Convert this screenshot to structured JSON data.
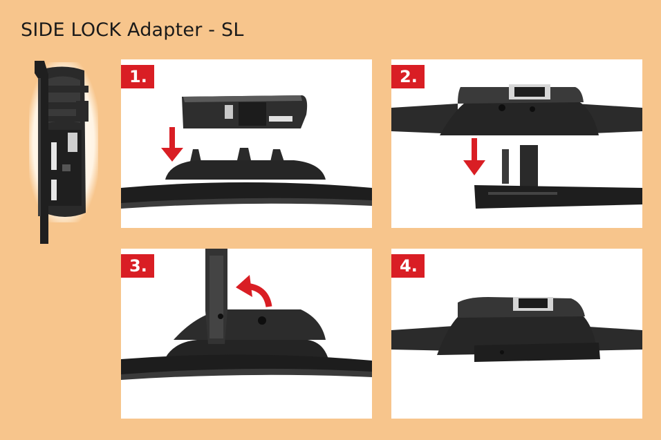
{
  "title": "SIDE LOCK Adapter - SL",
  "steps": [
    {
      "label": "1."
    },
    {
      "label": "2."
    },
    {
      "label": "3."
    },
    {
      "label": "4."
    }
  ],
  "colors": {
    "background": "#f7c58c",
    "badge": "#d91e24",
    "arrow": "#d91e24",
    "panel": "#ffffff",
    "part": "#2b2b2b"
  },
  "icons": [
    "adapter-front-photo",
    "adapter-side-profile",
    "down-arrow-icon",
    "rotate-arrow-icon"
  ]
}
